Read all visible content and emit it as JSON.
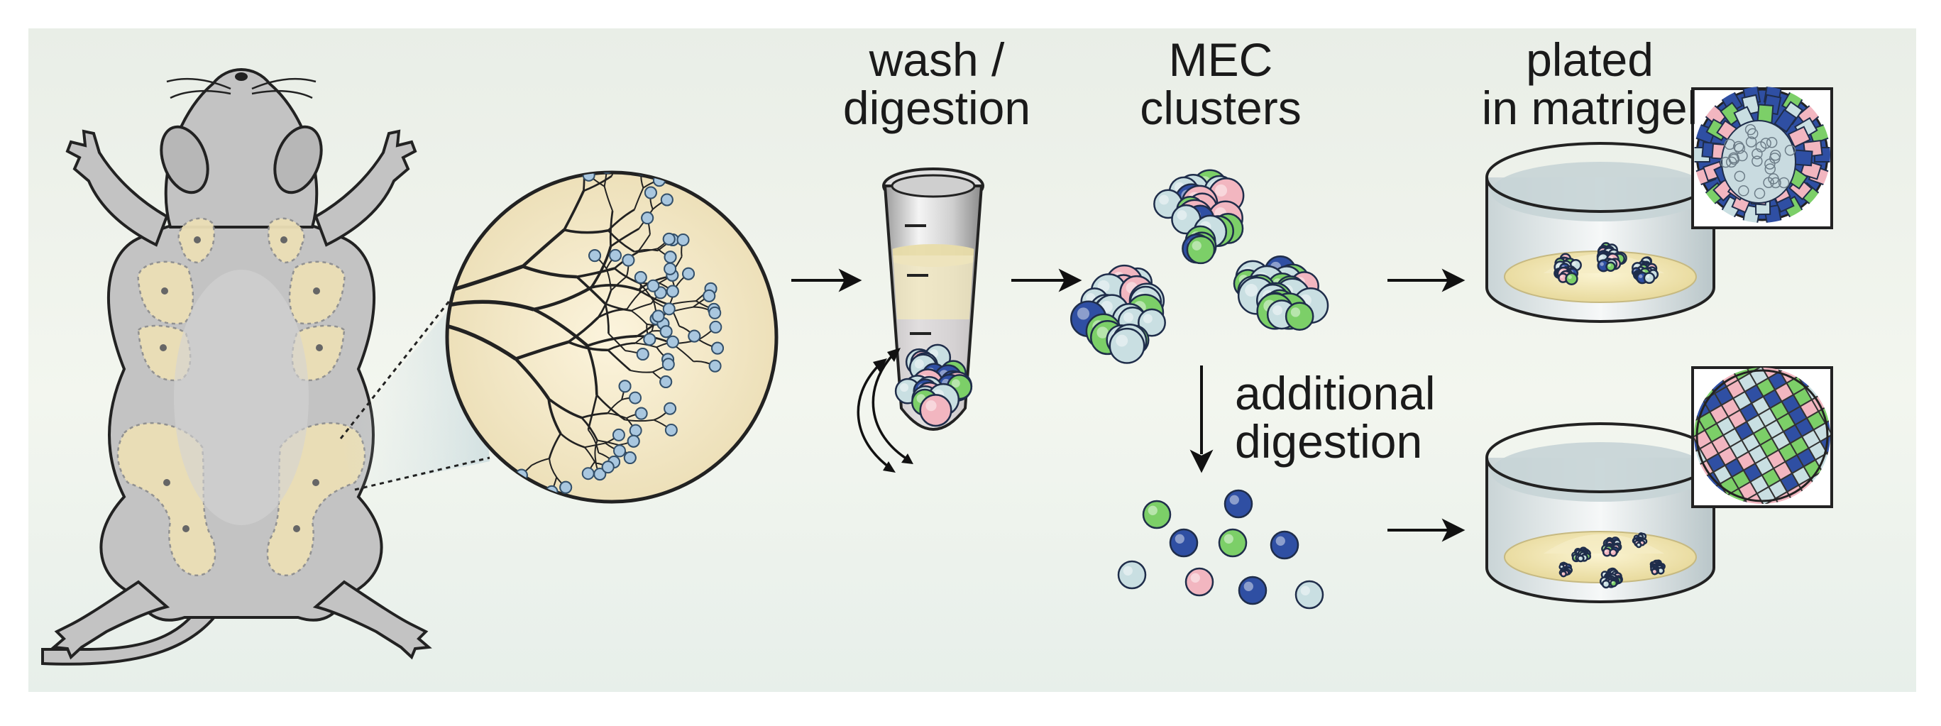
{
  "labels": {
    "wash_digestion": "wash /\ndigestion",
    "mec_clusters": "MEC\nclusters",
    "plated_matrigel": "plated\nin matrigel",
    "additional_digestion": "additional\ndigestion"
  },
  "colors": {
    "background": "#edf1ea",
    "mouse_body": "#c3c3c3",
    "mammary_fat_pad": "#ecdfb6",
    "duct_bud": "#a9c7df",
    "green_cell": "#7ccf68",
    "blue_cell": "#2f4fa3",
    "pink_cell": "#f2b6c0",
    "pale_cell": "#c9dfe2",
    "matrigel": "#eee2aa"
  },
  "icons": [
    "mouse-illustration",
    "mammary-tissue-zoom",
    "centrifuge-tube-icon",
    "mec-cluster",
    "single-cell",
    "culture-dish-icon",
    "organoid-inset",
    "arrow-icon"
  ]
}
